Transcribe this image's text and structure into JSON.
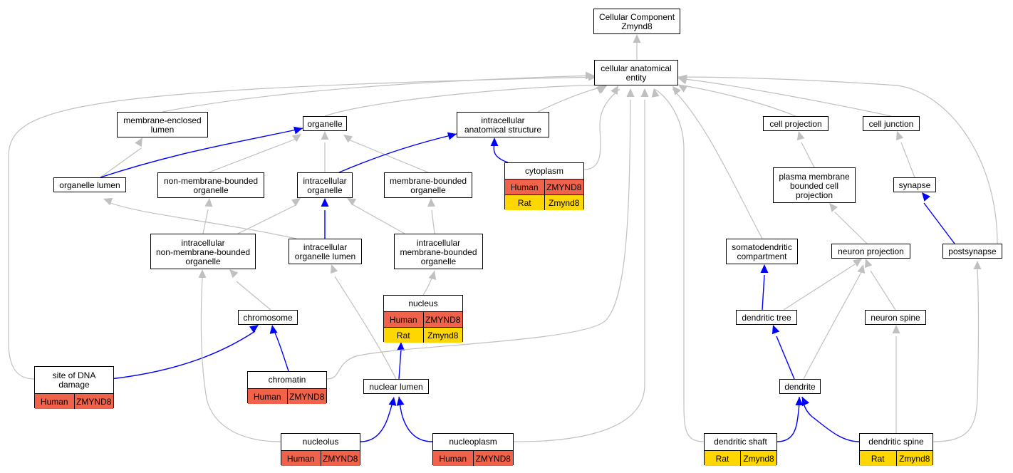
{
  "colors": {
    "gray_edge": "#c0c0c0",
    "blue_edge": "#0000ff",
    "human_row": "#f0634a",
    "rat_row": "#ffd700"
  },
  "nodes": {
    "root": "Cellular Component\nZmynd8",
    "cae": "cellular anatomical\nentity",
    "mel": "membrane-enclosed\nlumen",
    "org": "organelle",
    "ias": "intracellular\nanatomical structure",
    "cp": "cell projection",
    "cj": "cell junction",
    "ol": "organelle lumen",
    "nmbo": "non-membrane-bounded\norganelle",
    "io": "intracellular\norganelle",
    "mbo": "membrane-bounded\norganelle",
    "cyto": "cytoplasm",
    "pmbcp": "plasma membrane\nbounded cell\nprojection",
    "syn": "synapse",
    "inmbo": "intracellular\nnon-membrane-bounded\norganelle",
    "iol": "intracellular\norganelle lumen",
    "imbo": "intracellular\nmembrane-bounded\norganelle",
    "sdc": "somatodendritic\ncompartment",
    "np": "neuron projection",
    "ps": "postsynapse",
    "nucleus": "nucleus",
    "chrom": "chromosome",
    "dt": "dendritic tree",
    "ns": "neuron spine",
    "sdd": "site of DNA\ndamage",
    "chromatin": "chromatin",
    "nl": "nuclear lumen",
    "dend": "dendrite",
    "nucleolus": "nucleolus",
    "nucleoplasm": "nucleoplasm",
    "dshaft": "dendritic shaft",
    "dspine": "dendritic spine"
  },
  "rows": {
    "cyto": [
      [
        "Human",
        "ZMYND8"
      ],
      [
        "Rat",
        "Zmynd8"
      ]
    ],
    "nucleus": [
      [
        "Human",
        "ZMYND8"
      ],
      [
        "Rat",
        "Zmynd8"
      ]
    ],
    "sdd": [
      [
        "Human",
        "ZMYND8"
      ]
    ],
    "chromatin": [
      [
        "Human",
        "ZMYND8"
      ]
    ],
    "nucleolus": [
      [
        "Human",
        "ZMYND8"
      ]
    ],
    "nucleoplasm": [
      [
        "Human",
        "ZMYND8"
      ]
    ],
    "dshaft": [
      [
        "Rat",
        "Zmynd8"
      ]
    ],
    "dspine": [
      [
        "Rat",
        "Zmynd8"
      ]
    ]
  }
}
